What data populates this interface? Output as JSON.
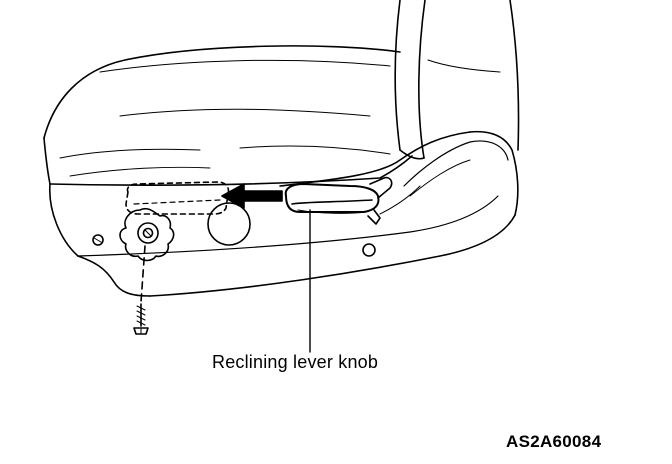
{
  "labels": {
    "callout": "Reclining lever knob",
    "figure_code": "AS2A60084"
  },
  "icons": {
    "seat": "seat-cushion-illustration",
    "knob": "reclining-lever-knob-icon",
    "arrow": "direction-arrow-icon",
    "screw": "screw-icon",
    "adjuster": "height-adjuster-dial-icon"
  },
  "colors": {
    "line": "#000000",
    "background": "#ffffff"
  }
}
